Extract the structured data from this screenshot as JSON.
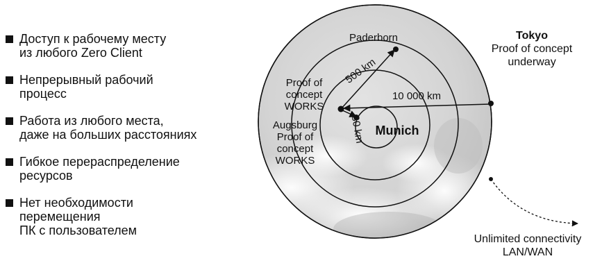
{
  "bullets": [
    {
      "lines": [
        "Доступ к рабочему месту",
        "из любого Zero Client"
      ]
    },
    {
      "lines": [
        "Непрерывный рабочий",
        "процесс"
      ]
    },
    {
      "lines": [
        "Работа из любого места,",
        "даже на больших расстояниях"
      ]
    },
    {
      "lines": [
        "Гибкое перераспределение",
        "ресурсов"
      ]
    },
    {
      "lines": [
        "Нет необходимости",
        "перемещения",
        "ПК с пользователем"
      ]
    }
  ],
  "diagram": {
    "paderborn": "Paderborn",
    "distance_500": "500 km",
    "distance_10000": "10 000 km",
    "distance_80": "80 km",
    "center_city": "Munich",
    "proof_left": [
      "Proof of",
      "concept",
      "WORKS"
    ],
    "augsburg": "Augsburg",
    "proof_augsburg": [
      "Proof of",
      "concept",
      "WORKS"
    ],
    "tokyo_title": "Tokyo",
    "tokyo_sub": [
      "Proof of concept",
      "underway"
    ],
    "unlimited": [
      "Unlimited connectivity",
      "LAN/WAN"
    ]
  }
}
